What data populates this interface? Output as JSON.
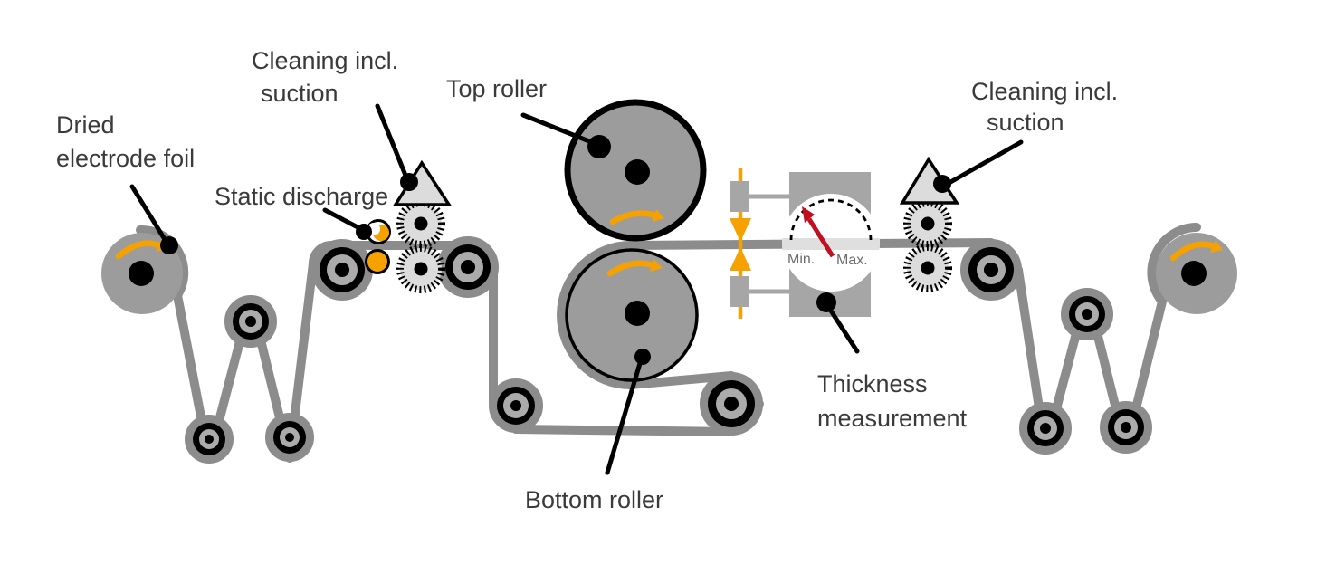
{
  "diagram": {
    "type": "process-schematic",
    "labels": {
      "dried_electrode_foil": {
        "line1": "Dried",
        "line2": "electrode foil"
      },
      "cleaning_left": {
        "line1": "Cleaning incl.",
        "line2": "suction"
      },
      "static_discharge": "Static discharge",
      "top_roller": "Top roller",
      "bottom_roller": "Bottom roller",
      "thickness_measurement": {
        "line1": "Thickness",
        "line2": "measurement"
      },
      "cleaning_right": {
        "line1": "Cleaning incl.",
        "line2": "suction"
      }
    },
    "gauge": {
      "min_label": "Min.",
      "max_label": "Max."
    },
    "icons": {
      "cleaning_unit": "triangle-icon",
      "static_discharge_electrode": "half-moon-circle-icon",
      "rotation_direction": "curved-arrow-icon",
      "thickness_gauge": "dial-gauge-icon",
      "brush_roller": "spiky-circle-icon"
    },
    "colors": {
      "accent_orange": "#F5A200",
      "needle_red": "#C10E21",
      "web_gray": "#8C8C8C",
      "roller_gray": "#9C9C9C",
      "roller_inner_gray": "#ABABAB",
      "light_gray": "#DCDCDC",
      "gauge_box_gray": "#A6A6A6",
      "gauge_band_gray": "#DFDFDF",
      "text": "#3A3A3A",
      "black": "#000000"
    }
  }
}
